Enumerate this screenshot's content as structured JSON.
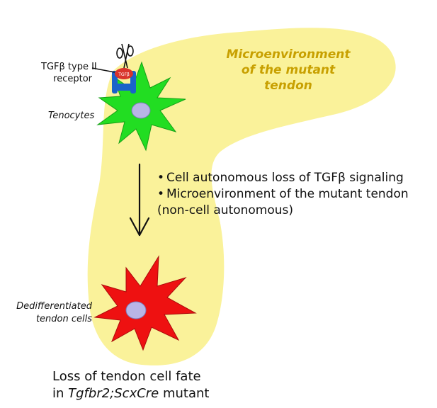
{
  "microenvironment_label": [
    "Microenvironment",
    "of the mutant",
    "tendon"
  ],
  "receptor_label": [
    "TGFβ type II",
    "receptor"
  ],
  "ligand_label": "TGFβ",
  "tenocytes_label": "Tenocytes",
  "dediff_label": [
    "Dedifferentiated",
    "tendon cells"
  ],
  "bullets": [
    "Cell autonomous loss of TGFβ signaling",
    "Microenvironment of the mutant tendon",
    "(non-cell autonomous)"
  ],
  "bullet_symbol": "•",
  "bottom_caption": {
    "line1": "Loss of tendon cell fate",
    "line2_prefix": "in ",
    "line2_italic": "Tgfbr2;ScxCre",
    "line2_suffix": " mutant"
  },
  "colors": {
    "microenvironment_fill": "#faf29a",
    "microenvironment_text": "#c8a000",
    "tenocyte_fill": "#22dd22",
    "dediff_fill": "#ee1111",
    "nucleus_fill": "#b9b5e6",
    "receptor_blue": "#1a63c9",
    "receptor_red": "#d9342b"
  }
}
